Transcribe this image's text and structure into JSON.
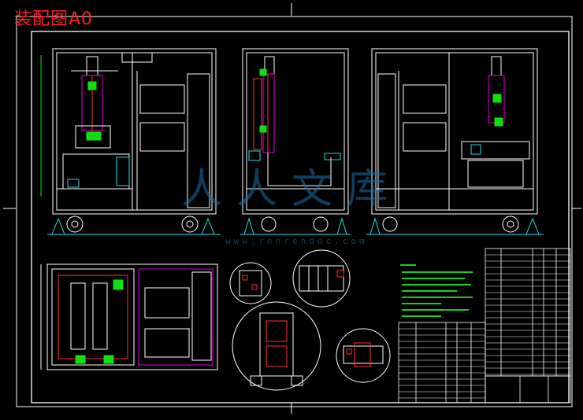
{
  "drawing": {
    "title": "装配图A0",
    "watermark": "人人文库",
    "watermark_url": "www.renrendoc.com"
  },
  "colors": {
    "background": "#000000",
    "frame": "#ffffff",
    "title": "#ff2020",
    "notes": "#19d019",
    "parts_highlight": "#e000e0",
    "accent_green": "#10e010",
    "accent_cyan": "#20e0e0",
    "accent_red": "#ff3030",
    "watermark": "#1e6fa8"
  },
  "views": {
    "front": "front-view",
    "side": "side-view",
    "rear": "rear-view",
    "plan": "plan-view",
    "details": [
      "detail-circle-1",
      "detail-circle-2",
      "detail-circle-3",
      "detail-circle-4"
    ]
  }
}
